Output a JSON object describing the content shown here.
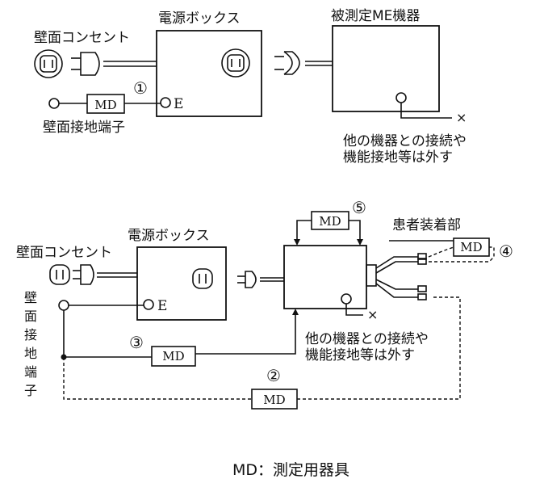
{
  "top": {
    "wall_outlet": "壁面コンセント",
    "power_box": "電源ボックス",
    "me_device": "被測定ME機器",
    "wall_ground": "壁面接地端子",
    "md": "MD",
    "circle_num": "①",
    "e_terminal": "E",
    "cross": "×",
    "note_line1": "他の機器との接続や",
    "note_line2": "機能接地等は外す"
  },
  "bottom": {
    "wall_outlet": "壁面コンセント",
    "power_box": "電源ボックス",
    "patient_part": "患者装着部",
    "wall_ground_vertical": [
      "壁",
      "面",
      "接",
      "地",
      "端",
      "子"
    ],
    "md_5": "MD",
    "md_4": "MD",
    "md_3": "MD",
    "md_2": "MD",
    "num_5": "⑤",
    "num_4": "④",
    "num_3": "③",
    "num_2": "②",
    "e_terminal": "E",
    "cross": "×",
    "note_line1": "他の機器との接続や",
    "note_line2": "機能接地等は外す"
  },
  "caption": "MD：測定用器具"
}
